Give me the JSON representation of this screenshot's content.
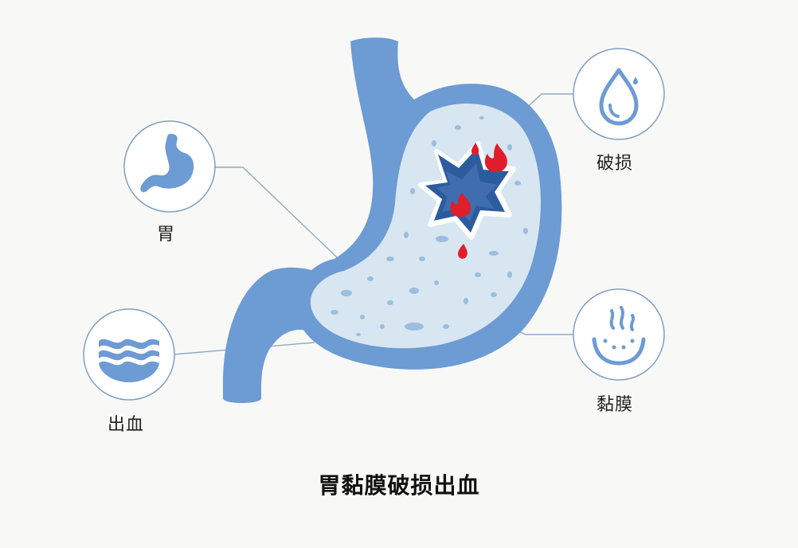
{
  "labels": {
    "stomach": "胃",
    "bleeding": "出血",
    "damage": "破损",
    "mucosa": "黏膜"
  },
  "caption": "胃黏膜破损出血",
  "icons": {
    "stomach": "stomach-icon",
    "bleeding": "wavy-layers-icon",
    "damage": "water-drop-icon",
    "mucosa": "bowl-bubbles-icon"
  },
  "colors": {
    "background": "#f8f9f7",
    "stomach_wall": "#6d9bd3",
    "stomach_wall_dark": "#4f7fbf",
    "stomach_interior": "#d8e6f1",
    "spots": "#9bbde0",
    "lesion": "#3f6db0",
    "lesion_inner": "#2d5c9e",
    "blood": "#e01e2a",
    "line": "#8fa9c2",
    "circle_stroke": "#7f9fc3"
  }
}
